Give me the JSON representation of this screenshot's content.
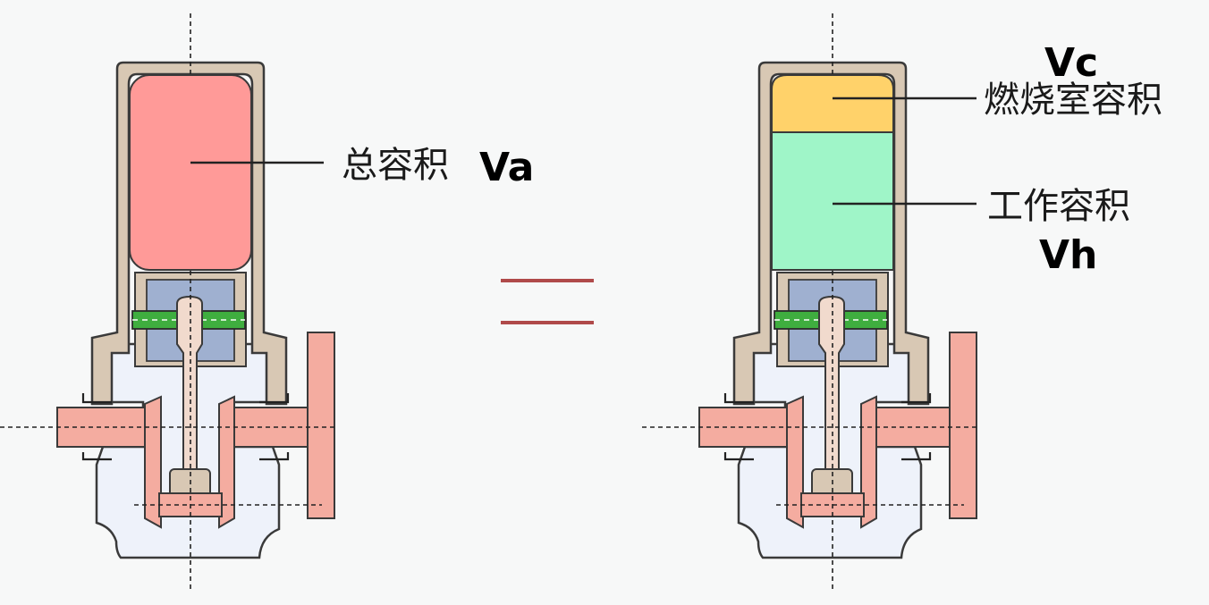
{
  "left_engine": {
    "total_volume_label": "总容积",
    "total_volume_symbol": "Va"
  },
  "equals_sign": "=",
  "right_engine": {
    "combustion_volume_label": "燃烧室容积",
    "combustion_volume_symbol": "Vc",
    "working_volume_label": "工作容积",
    "working_volume_symbol": "Vh"
  },
  "colors": {
    "background": "#f7f8f8",
    "cylinder_wall": "#d8c8b4",
    "outline": "#3a3a3a",
    "total_volume": "#ff9a98",
    "combustion_volume": "#ffd26a",
    "working_volume": "#9ff5c8",
    "piston": "#9fb0d0",
    "piston_pin": "#3fae3f",
    "connecting_rod": "#f1dacd",
    "crankshaft": "#f4aca0",
    "crankcase": "#eef2fa",
    "equals": "#b04a4a"
  }
}
